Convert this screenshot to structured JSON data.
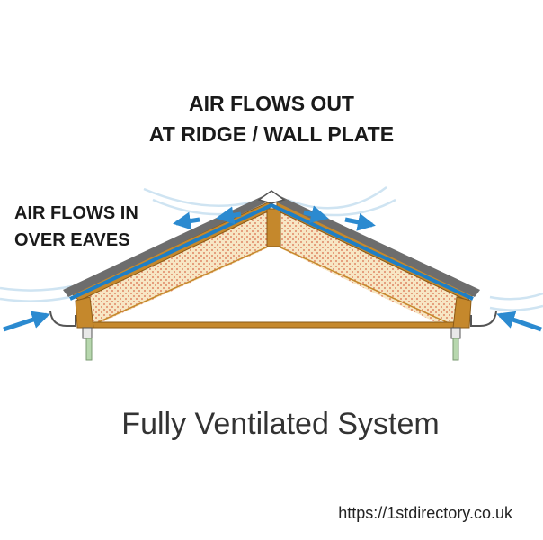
{
  "labels": {
    "ridge_line1": "AIR FLOWS OUT",
    "ridge_line2": "AT RIDGE / WALL PLATE",
    "eaves_line1": "AIR FLOWS IN",
    "eaves_line2": "OVER EAVES"
  },
  "caption": "Fully Ventilated System",
  "source_url": "https://1stdirectory.co.uk",
  "colors": {
    "arrow": "#2b8ad0",
    "membrane": "#1e7fc6",
    "timber": "#c5882c",
    "insulation": "#f6e7c0",
    "tile": "#6d6d6d"
  }
}
